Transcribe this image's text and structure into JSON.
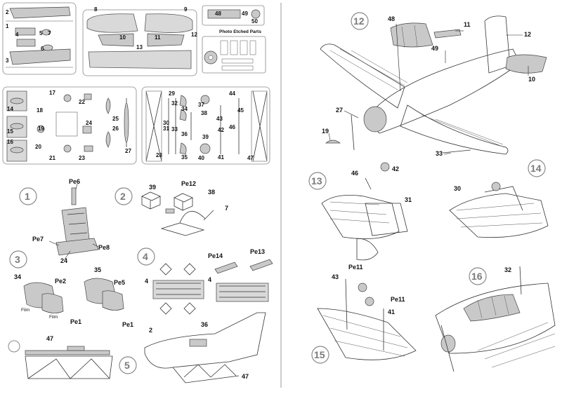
{
  "sprues": {
    "sprue_a_labels": [
      "1",
      "2",
      "3",
      "4",
      "5",
      "6",
      "7"
    ],
    "sprue_b_labels": [
      "8",
      "9",
      "10",
      "11",
      "12",
      "13"
    ],
    "small_panel_labels": [
      "48",
      "49",
      "50"
    ],
    "pe_title": "Photo Etched Parts",
    "sprue_c_labels": [
      "14",
      "15",
      "16",
      "17",
      "18",
      "19",
      "20",
      "21",
      "22",
      "23",
      "24",
      "25",
      "26",
      "27"
    ],
    "sprue_d_labels": [
      "28",
      "29",
      "30",
      "31",
      "32",
      "33",
      "34",
      "35",
      "36",
      "37",
      "38",
      "39",
      "40",
      "41",
      "42",
      "43",
      "44",
      "45",
      "46",
      "47"
    ]
  },
  "steps": {
    "s1": {
      "num": "1",
      "labels": {
        "pe6": "Pe6",
        "pe7": "Pe7",
        "pe8": "Pe8",
        "p24": "24"
      }
    },
    "s2": {
      "num": "2",
      "labels": {
        "p39": "39",
        "pe12": "Pe12",
        "p38": "38",
        "p7": "7"
      }
    },
    "s3": {
      "num": "3",
      "labels": {
        "p34": "34",
        "pe2": "Pe2",
        "film1": "Film",
        "film2": "Film",
        "pe1a": "Pe1",
        "p35": "35",
        "pe5": "Pe5",
        "pe1b": "Pe1"
      }
    },
    "s4": {
      "num": "4",
      "labels": {
        "pe14": "Pe14",
        "pe13": "Pe13",
        "p4a": "4",
        "p4b": "4"
      }
    },
    "s5": {
      "num": "5",
      "labels": {
        "p47a": "47",
        "p2": "2",
        "p36": "36",
        "p47b": "47"
      }
    },
    "s12": {
      "num": "12",
      "labels": {
        "p48": "48",
        "p11": "11",
        "p12": "12",
        "p49": "49",
        "p10": "10",
        "p27": "27",
        "p19": "19",
        "p33": "33"
      }
    },
    "s13": {
      "num": "13",
      "labels": {
        "p46": "46",
        "p42": "42",
        "p31": "31"
      }
    },
    "s14": {
      "num": "14",
      "labels": {
        "p30": "30"
      }
    },
    "s15": {
      "num": "15",
      "labels": {
        "p43": "43",
        "pe11a": "Pe11",
        "pe11b": "Pe11",
        "p41": "41"
      }
    },
    "s16": {
      "num": "16",
      "labels": {
        "p32": "32"
      }
    }
  }
}
